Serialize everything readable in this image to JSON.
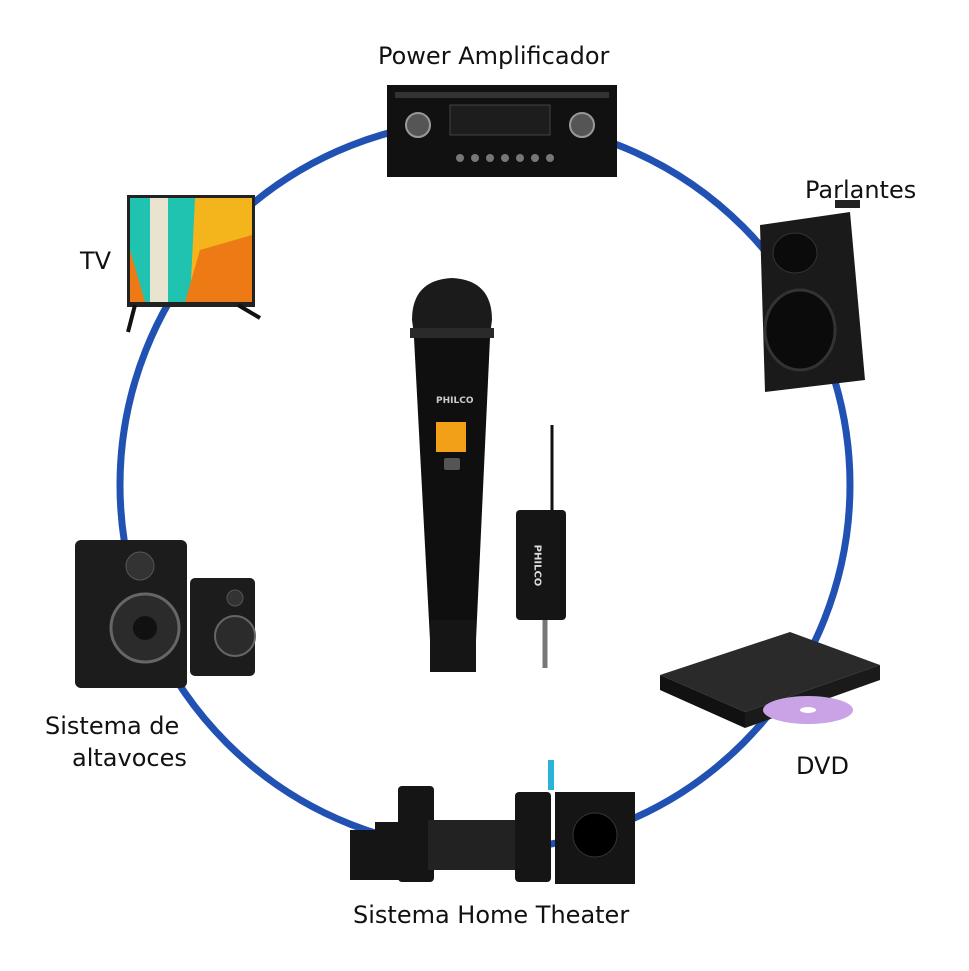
{
  "labels": {
    "amp": "Power Amplificador",
    "speakers": "Parlantes",
    "tv": "TV",
    "bookshelf_line1": "Sistema de",
    "bookshelf_line2": "altavoces",
    "dvd": "DVD",
    "home_theater": "Sistema Home Theater"
  },
  "brand": {
    "mic": "PHILCO",
    "receiver": "PHILCO"
  },
  "colors": {
    "ring": "#2152b3",
    "device": "#111111"
  }
}
